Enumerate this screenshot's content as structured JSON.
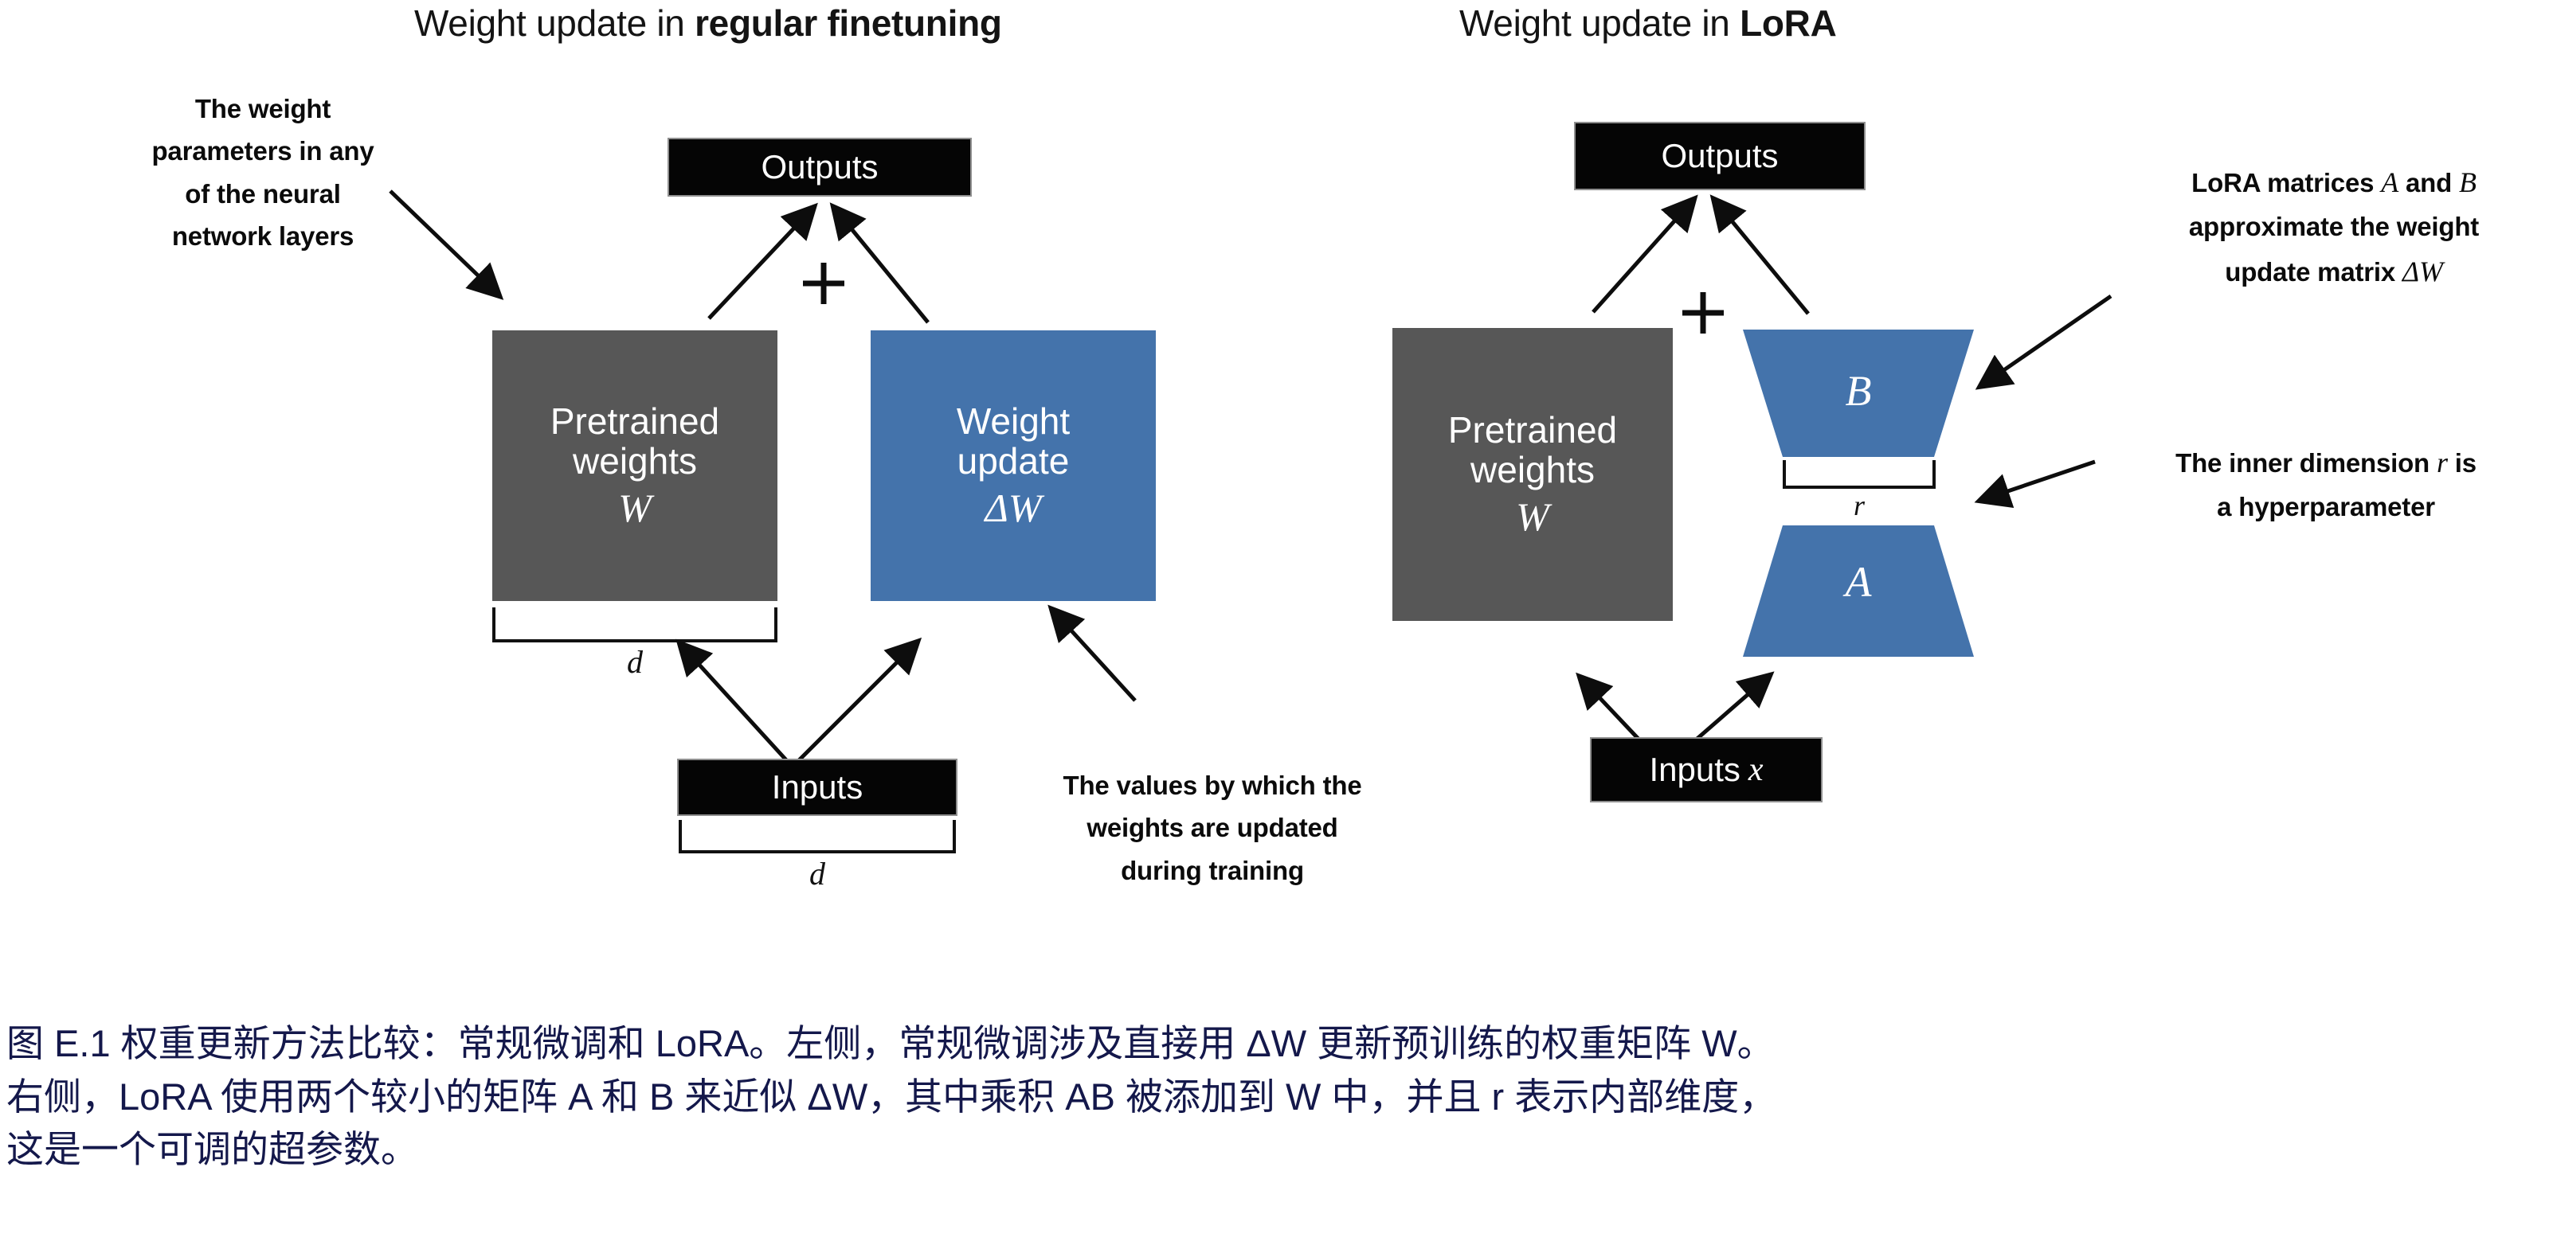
{
  "panels": {
    "left": {
      "title_prefix": "Weight update in ",
      "title_bold": "regular finetuning",
      "outputs_label": "Outputs",
      "inputs_label": "Inputs",
      "pretrained_line1": "Pretrained",
      "pretrained_line2": "weights",
      "pretrained_symbol": "W",
      "update_line1": "Weight",
      "update_line2": "update",
      "update_symbol": "ΔW",
      "dim_label_top": "d",
      "dim_label_bottom": "d",
      "plus_symbol": "+",
      "callout_left": [
        "The weight",
        "parameters in any",
        "of the neural",
        "network layers"
      ],
      "callout_right": [
        "The values by which the",
        "weights are updated",
        "during training"
      ]
    },
    "right": {
      "title_prefix": "Weight update in ",
      "title_bold": "LoRA",
      "outputs_label": "Outputs",
      "inputs_label": "Inputs",
      "inputs_symbol": "x",
      "pretrained_line1": "Pretrained",
      "pretrained_line2": "weights",
      "pretrained_symbol": "W",
      "matrix_b": "B",
      "matrix_a": "A",
      "dim_label_r": "r",
      "plus_symbol": "+",
      "callout_top_l1a": "LoRA matrices ",
      "callout_top_l1b": "A",
      "callout_top_l1c": " and ",
      "callout_top_l1d": "B",
      "callout_top_l2": "approximate the weight",
      "callout_top_l3a": "update matrix ",
      "callout_top_l3b": "ΔW",
      "callout_bottom_l1a": "The inner dimension ",
      "callout_bottom_l1b": "r",
      "callout_bottom_l1c": " is",
      "callout_bottom_l2": "a hyperparameter"
    }
  },
  "caption": {
    "line1": "图 E.1 权重更新方法比较：常规微调和 LoRA。左侧，常规微调涉及直接用 ΔW 更新预训练的权重矩阵 W。",
    "line2": "右侧，LoRA 使用两个较小的矩阵 A 和 B 来近似 ΔW，其中乘积 AB 被添加到 W 中，并且 r 表示内部维度，",
    "line3": "这是一个可调的超参数。"
  },
  "colors": {
    "blue": "#4473ab",
    "grey": "#575757",
    "black": "#050505",
    "caption_text": "#14184b",
    "background": "#ffffff"
  }
}
